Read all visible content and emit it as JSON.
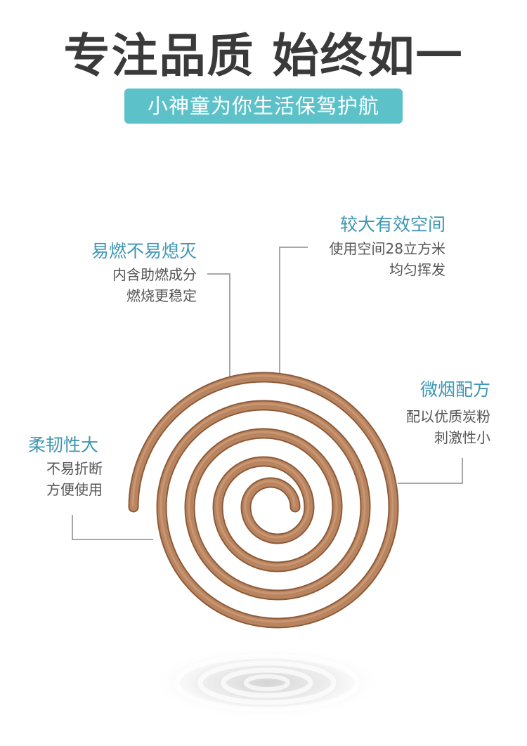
{
  "header": {
    "headline": "专注品质 始终如一",
    "banner": "小神童为你生活保驾护航"
  },
  "features": [
    {
      "title": "易燃不易熄灭",
      "lines": [
        "内含助燃成分",
        "燃烧更稳定"
      ]
    },
    {
      "title": "较大有效空间",
      "lines": [
        "使用空间28立方米",
        "均匀挥发"
      ]
    },
    {
      "title": "微烟配方",
      "lines": [
        "配以优质炭粉",
        "刺激性小"
      ]
    },
    {
      "title": "柔韧性大",
      "lines": [
        "不易折断",
        "方便使用"
      ]
    }
  ],
  "colors": {
    "headline": "#3a3a3a",
    "banner_bg": "#5dc1c9",
    "feature_title": "#3e97b3",
    "coil": "#b07a54",
    "leader_line": "#8a8a8a"
  }
}
